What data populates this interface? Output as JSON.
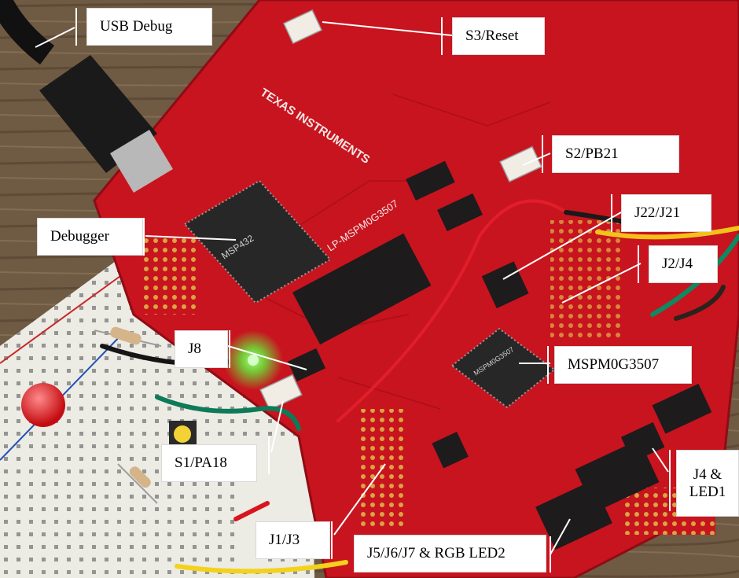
{
  "labels": {
    "usb_debug": "USB Debug",
    "s3_reset": "S3/Reset",
    "s2_pb21": "S2/PB21",
    "j22_j21": "J22/J21",
    "j2_j4": "J2/J4",
    "debugger": "Debugger",
    "j8": "J8",
    "mspm0g3507": "MSPM0G3507",
    "s1_pa18": "S1/PA18",
    "j4_led1_line1": "J4 &",
    "j4_led1_line2": "LED1",
    "j1_j3": "J1/J3",
    "j5_j6_j7_rgb_led2": "J5/J6/J7 & RGB LED2"
  },
  "pcb_silkscreen": {
    "brand": "TEXAS INSTRUMENTS",
    "board": "LP-MSPM0G3507",
    "main_chip": "MSPM0G3507",
    "debugger_chip": "MSP432"
  },
  "colors": {
    "board_red": "#c8141e",
    "wood": "#6f5a43",
    "breadboard": "#ecebe4",
    "callout_bg": "#ffffff",
    "led_red": "#e8141a",
    "led_green": "#5dff3c"
  }
}
